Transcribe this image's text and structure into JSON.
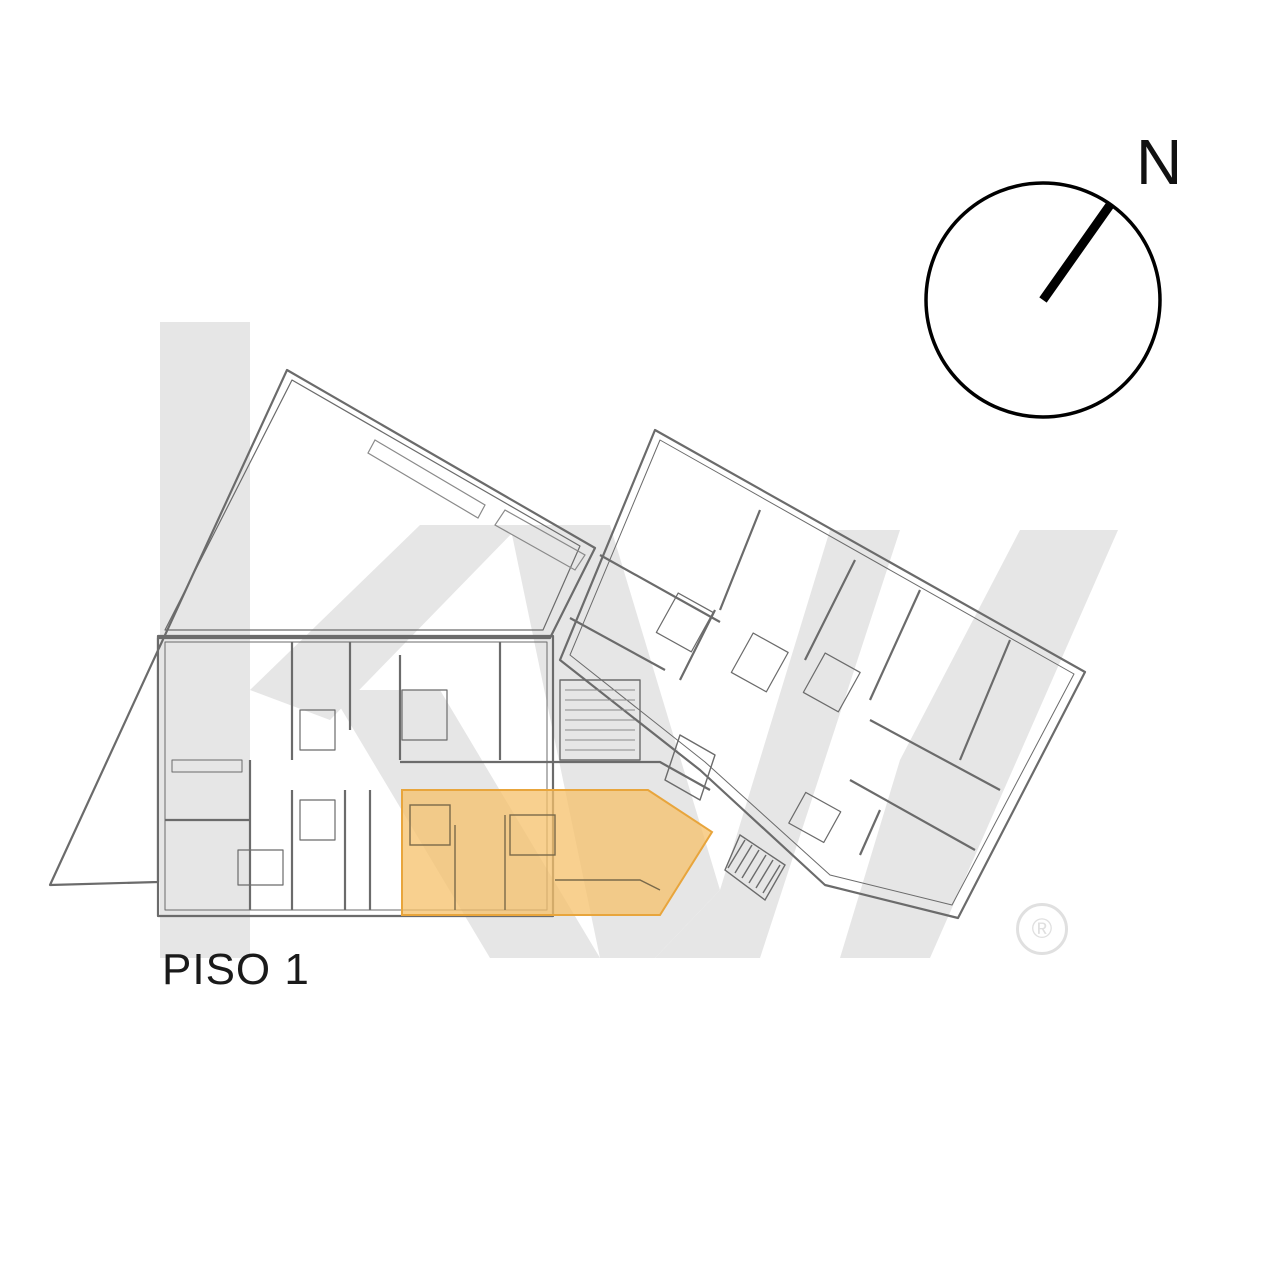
{
  "floor_label": "PISO 1",
  "north_label": "N",
  "registered_mark": "®",
  "watermark_logo": "kw",
  "colors": {
    "highlight_fill": "#f5c06a",
    "highlight_stroke": "#e8a53c",
    "wall": "#6b6b6b",
    "watermark": "#e6e6e6",
    "compass": "#000000"
  },
  "icons": [
    "compass-icon",
    "north-arrow-icon",
    "stairs-icon",
    "registered-icon"
  ]
}
